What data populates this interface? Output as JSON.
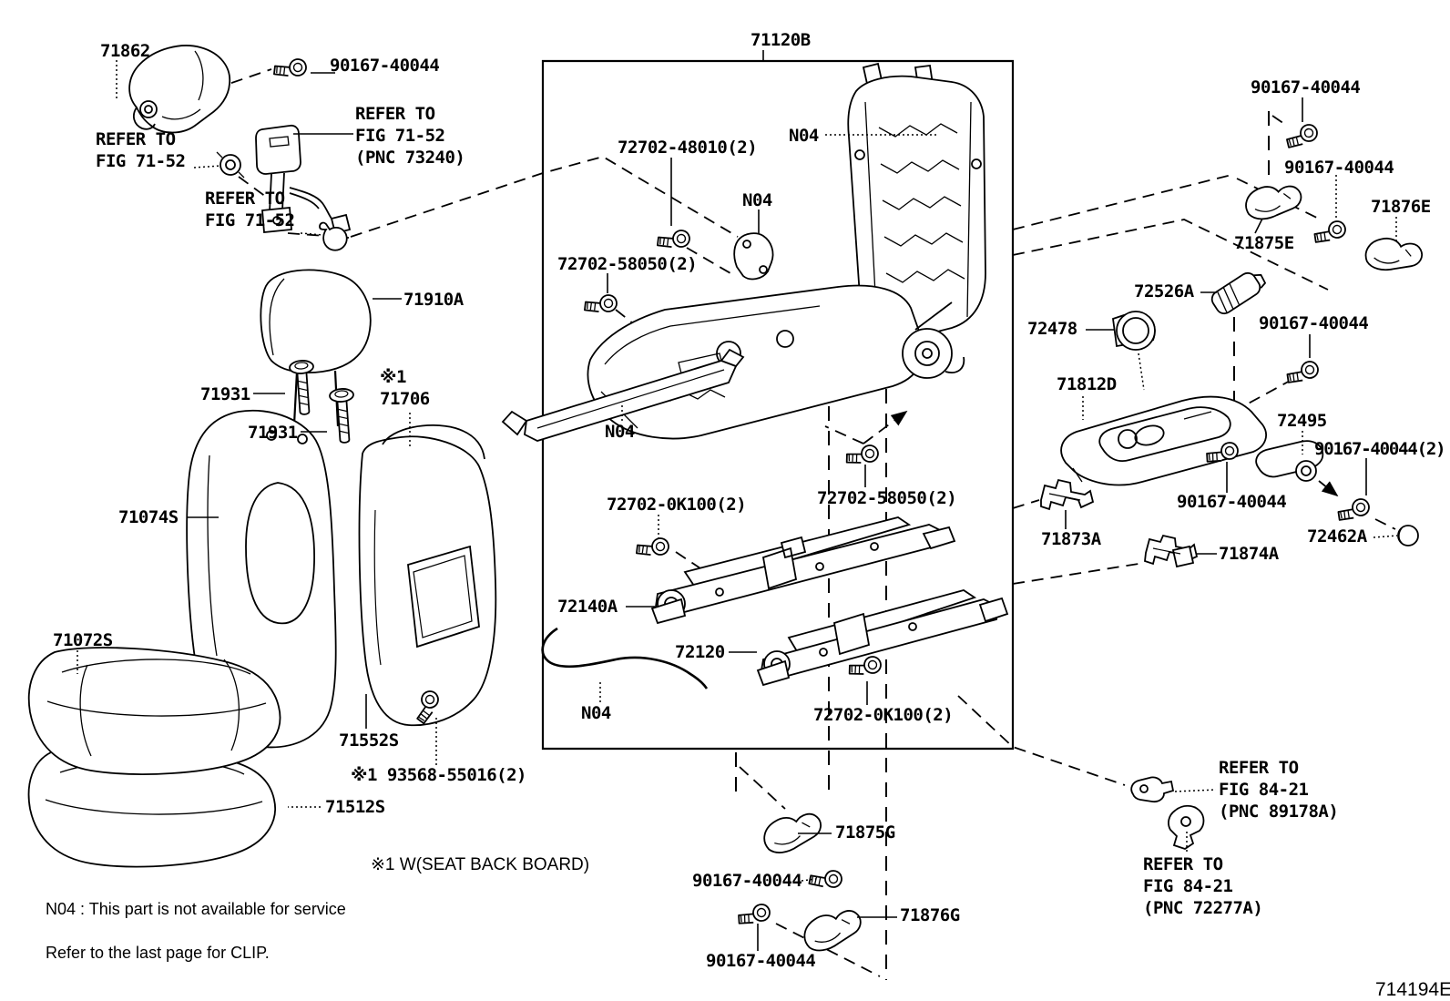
{
  "parts": {
    "p71862": "71862",
    "p71910A": "71910A",
    "p71931": "71931",
    "p71706_flag": "※1",
    "p71706": "71706",
    "p71074S": "71074S",
    "p71072S": "71072S",
    "p71552S": "71552S",
    "p93568": "※1 93568-55016(2)",
    "p71512S": "71512S",
    "p71120B": "71120B",
    "n04": "N04",
    "p72702_48010": "72702-48010(2)",
    "p72702_58050": "72702-58050(2)",
    "p72702_0K100": "72702-0K100(2)",
    "p72140A": "72140A",
    "p72120": "72120",
    "s90167": "90167-40044",
    "s90167_x2": "90167-40044(2)",
    "p71875E": "71875E",
    "p71876E": "71876E",
    "p72526A": "72526A",
    "p72478": "72478",
    "p71812D": "71812D",
    "p72495": "72495",
    "p72462A": "72462A",
    "p71873A": "71873A",
    "p71874A": "71874A",
    "p71875G": "71875G",
    "p71876G": "71876G"
  },
  "references": {
    "fig7152": {
      "line1": "REFER TO",
      "line2": "FIG 71-52"
    },
    "fig7152_pnc": {
      "line1": "REFER TO",
      "line2": "FIG 71-52",
      "line3": "(PNC 73240)"
    },
    "fig8421_89178": {
      "line1": "REFER TO",
      "line2": "FIG 84-21",
      "line3": "(PNC 89178A)"
    },
    "fig8421_72277": {
      "line1": "REFER TO",
      "line2": "FIG 84-21",
      "line3": "(PNC 72277A)"
    }
  },
  "notes": {
    "seat_back_board": "※1 W(SEAT BACK BOARD)",
    "n04_note": "N04 : This part is not available for service",
    "clip_note": "Refer to the last page for CLIP."
  },
  "footer": {
    "doc_number": "714194E"
  }
}
